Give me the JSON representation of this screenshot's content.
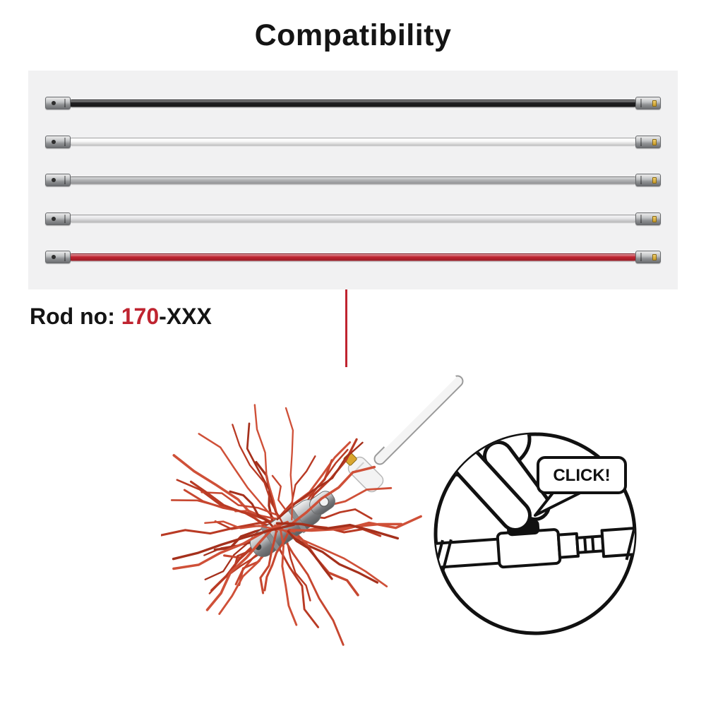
{
  "title": "Compatibility",
  "rod_label": {
    "prefix": "Rod no: ",
    "number": "170",
    "suffix": "-XXX"
  },
  "colors": {
    "accent_red": "#bf2430",
    "panel_bg": "#f1f1f2"
  },
  "rods": [
    {
      "id": "black",
      "label": "black rod",
      "color": "#1d1d1f"
    },
    {
      "id": "white",
      "label": "white rod",
      "color": "#fafafa"
    },
    {
      "id": "grey",
      "label": "grey rod",
      "color": "#b3b4b6"
    },
    {
      "id": "light-grey",
      "label": "light grey rod",
      "color": "#e7e7e9"
    },
    {
      "id": "red",
      "label": "red rod",
      "color": "#bf2430"
    }
  ],
  "brush": {
    "bristle_colors": [
      "#b93a24",
      "#c74730",
      "#a5301c",
      "#cf5038"
    ]
  },
  "inset": {
    "click_text": "CLICK!"
  }
}
